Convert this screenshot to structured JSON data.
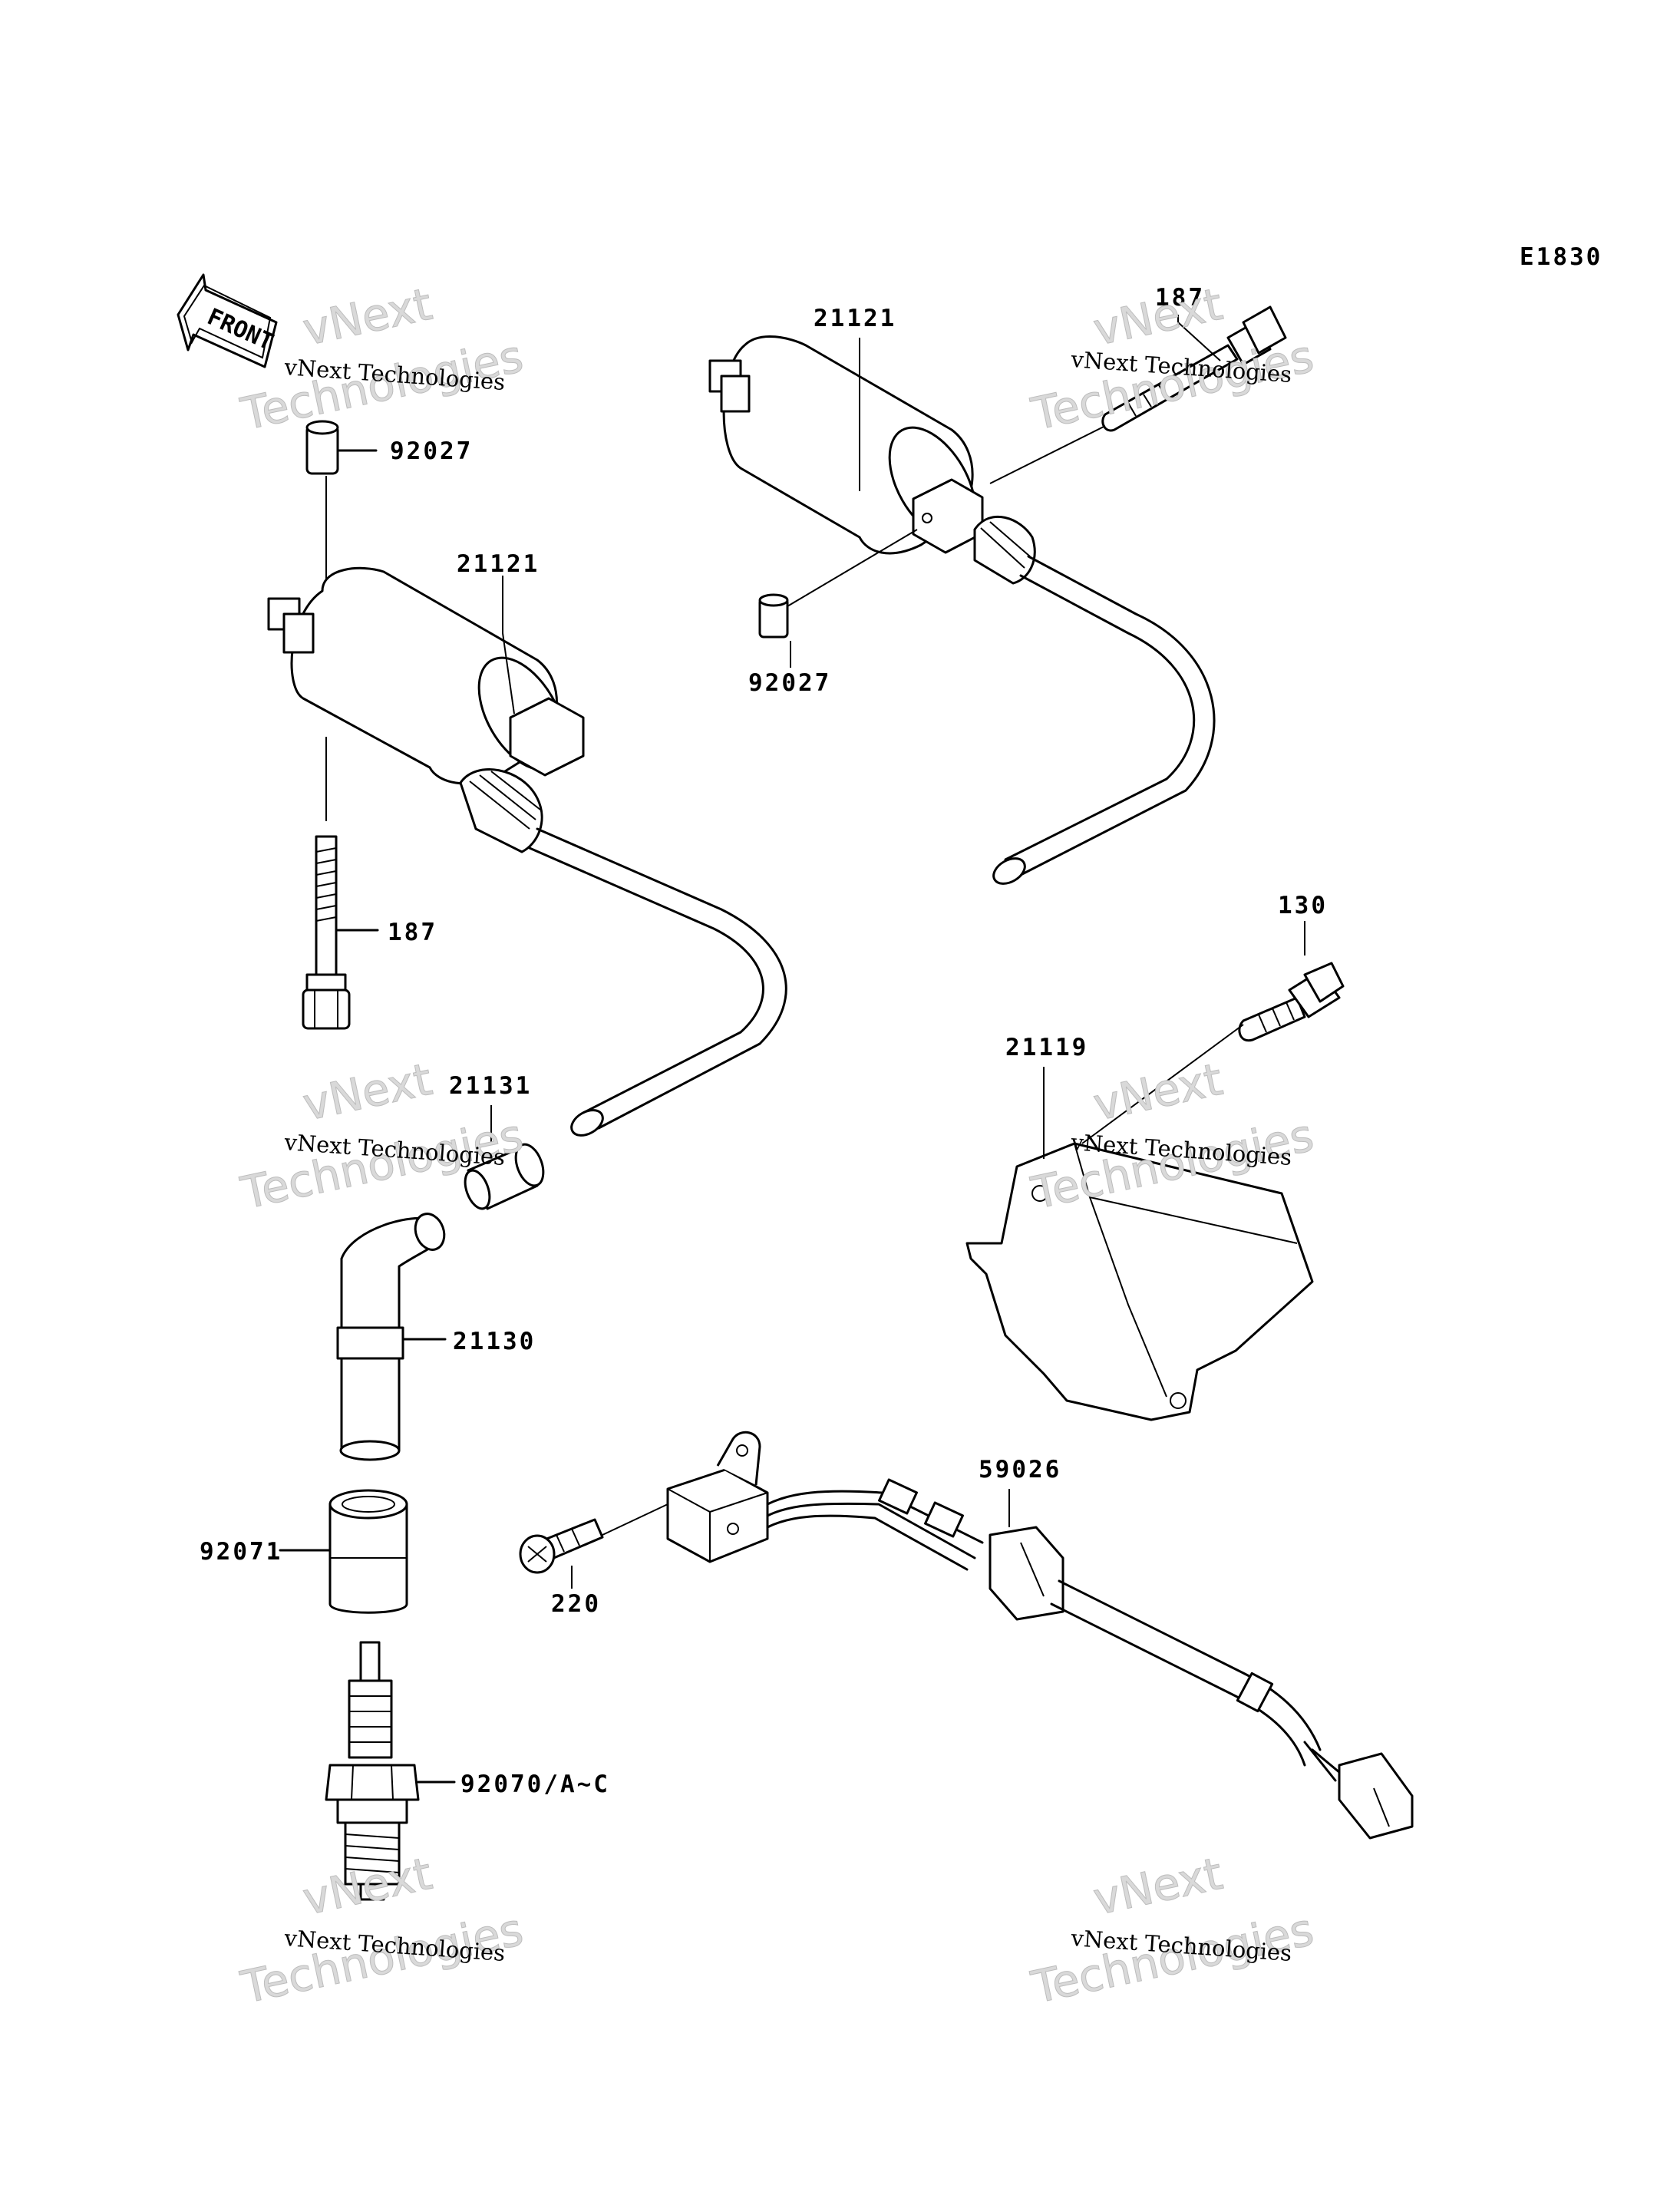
{
  "diagram_code": "E1830",
  "front_label": "FRONT",
  "watermark": {
    "line1": "vNext Technologies",
    "line2_a": "vNext",
    "line2_b": "Technologies"
  },
  "parts": {
    "p92027_a": "92027",
    "p21121_a": "21121",
    "p187_a": "187",
    "p21121_b": "21121",
    "p187_b": "187",
    "p92027_b": "92027",
    "p130": "130",
    "p21119": "21119",
    "p21131": "21131",
    "p21130": "21130",
    "p59026": "59026",
    "p92071": "92071",
    "p220": "220",
    "p92070": "92070/A~C"
  }
}
